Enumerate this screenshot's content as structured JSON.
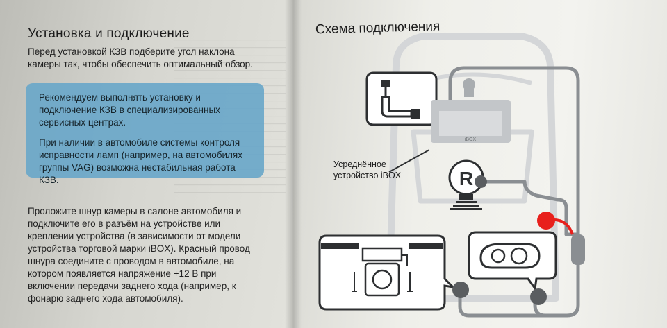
{
  "left_page": {
    "title": "Установка и подключение",
    "intro": "Перед установкой КЗВ подберите угол наклона камеры так, чтобы обеспечить оптимальный обзор.",
    "callout_1": "Рекомендуем выполнять установку и подключение КЗВ в специализированных сервисных центрах.",
    "callout_2": "При наличии в автомобиле системы контроля исправности ламп (например, на автомобилях группы VAG) возможна нестабильная работа КЗВ.",
    "body": "Проложите шнур камеры в салоне автомобиля и подключите его в разъём на устройстве или креплении устройства (в зависимости от модели устройства торговой марки iBOX). Красный провод шнура соедините с проводом в автомобиле, на котором появляется напряжение +12 В при включении передачи заднего хода (например, к фонарю заднего хода автомобиля)."
  },
  "right_page": {
    "title": "Схема подключения",
    "device_label": "Усреднённое устройство iBOX",
    "reverse_gear_letter": "R",
    "device_brand": "iBOX",
    "colors": {
      "wire": "#8a8e92",
      "red_wire": "#e8201c",
      "accent_blue": "#6aa7c9"
    }
  }
}
